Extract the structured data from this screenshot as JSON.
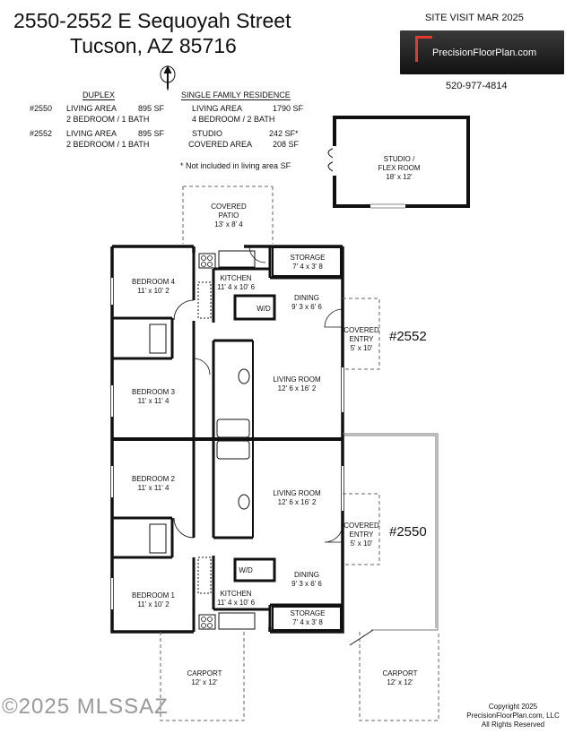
{
  "header": {
    "address_line1": "2550-2552 E Sequoyah Street",
    "address_line2": "Tucson, AZ  85716",
    "site_visit": "SITE VISIT MAR 2025",
    "phone": "520-977-4814",
    "logo_text": "PrecisionFloorPlan.com"
  },
  "duplex": {
    "heading": "DUPLEX",
    "rows": [
      {
        "unit": "#2550",
        "label": "LIVING AREA",
        "value": "895 SF",
        "beds": "2 BEDROOM / 1 BATH"
      },
      {
        "unit": "#2552",
        "label": "LIVING AREA",
        "value": "895 SF",
        "beds": "2 BEDROOM / 1 BATH"
      }
    ]
  },
  "sfr": {
    "heading": "SINGLE FAMILY RESIDENCE",
    "living_label": "LIVING AREA",
    "living_value": "1790 SF",
    "beds": "4 BEDROOM / 2 BATH",
    "studio_label": "STUDIO",
    "studio_value": "242 SF*",
    "covered_label": "COVERED AREA",
    "covered_value": "208 SF",
    "note": "* Not included in living area SF"
  },
  "rooms": {
    "studio": {
      "name1": "STUDIO /",
      "name2": "FLEX ROOM",
      "size": "18' x 12'"
    },
    "covered_patio": {
      "name1": "COVERED",
      "name2": "PATIO",
      "size": "13' x 8' 4"
    },
    "storage_top": {
      "name": "STORAGE",
      "size": "7' 4 x 3' 8"
    },
    "bedroom4": {
      "name": "BEDROOM 4",
      "size": "11' x 10' 2"
    },
    "kitchen_top": {
      "name": "KITCHEN",
      "size": "11' 4 x 10' 6"
    },
    "dining_top": {
      "name": "DINING",
      "size": "9' 3 x 6' 6"
    },
    "wd_top": "W/D",
    "covered_entry_top": {
      "name1": "COVERED",
      "name2": "ENTRY",
      "size": "5' x 10'"
    },
    "unit_top": "#2552",
    "bedroom3": {
      "name": "BEDROOM 3",
      "size": "11' x 11' 4"
    },
    "living_top": {
      "name": "LIVING ROOM",
      "size": "12' 6 x 16' 2"
    },
    "bedroom2": {
      "name": "BEDROOM 2",
      "size": "11' x 11' 4"
    },
    "living_bottom": {
      "name": "LIVING ROOM",
      "size": "12' 6 x 16' 2"
    },
    "covered_entry_bottom": {
      "name1": "COVERED",
      "name2": "ENTRY",
      "size": "5' x 10'"
    },
    "unit_bottom": "#2550",
    "wd_bottom": "W/D",
    "dining_bottom": {
      "name": "DINING",
      "size": "9' 3 x 6' 6"
    },
    "bedroom1": {
      "name": "BEDROOM 1",
      "size": "11' x 10' 2"
    },
    "kitchen_bottom": {
      "name": "KITCHEN",
      "size": "11' 4 x 10' 6"
    },
    "storage_bottom": {
      "name": "STORAGE",
      "size": "7' 4 x 3' 8"
    },
    "carport_left": {
      "name": "CARPORT",
      "size": "12' x 12'"
    },
    "carport_right": {
      "name": "CARPORT",
      "size": "12' x 12'"
    }
  },
  "footer": {
    "watermark": "©2025 MLSSAZ",
    "copyright1": "Copyright 2025",
    "copyright2": "PrecisionFloorPlan.com, LLC",
    "copyright3": "All Rights Reserved"
  },
  "icons": {
    "north_arrow": "north-arrow-icon"
  }
}
